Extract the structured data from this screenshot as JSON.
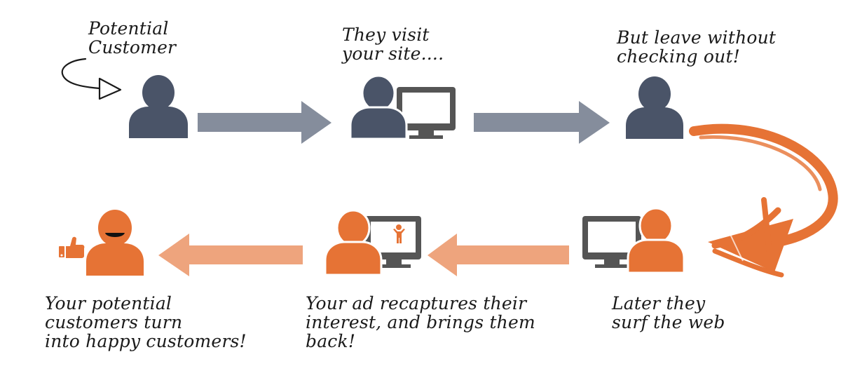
{
  "colors": {
    "slate": "#4a5468",
    "gray_arrow": "#858d9c",
    "orange": "#e67335",
    "light_orange": "#eea47d",
    "monitor": "#555555",
    "ink": "#1a1a1a"
  },
  "steps": {
    "potential_customer": {
      "lines": [
        "Potential",
        "Customer"
      ]
    },
    "visit": {
      "lines": [
        "They visit",
        "your site...."
      ]
    },
    "leave": {
      "lines": [
        "But leave without",
        "checking out!"
      ]
    },
    "surf": {
      "lines": [
        "Later they",
        "surf the web"
      ]
    },
    "recapture": {
      "lines": [
        "Your ad recaptures their",
        "interest, and brings them",
        "back!"
      ]
    },
    "happy": {
      "lines": [
        "Your potential",
        "customers turn",
        "into happy customers!"
      ]
    }
  },
  "icons": {
    "person": "person-icon",
    "monitor": "monitor-icon",
    "thumbs_up": "thumbs-up-icon",
    "curved_arrow": "curved-arrow-icon",
    "ad_figure": "child-figure-icon"
  }
}
